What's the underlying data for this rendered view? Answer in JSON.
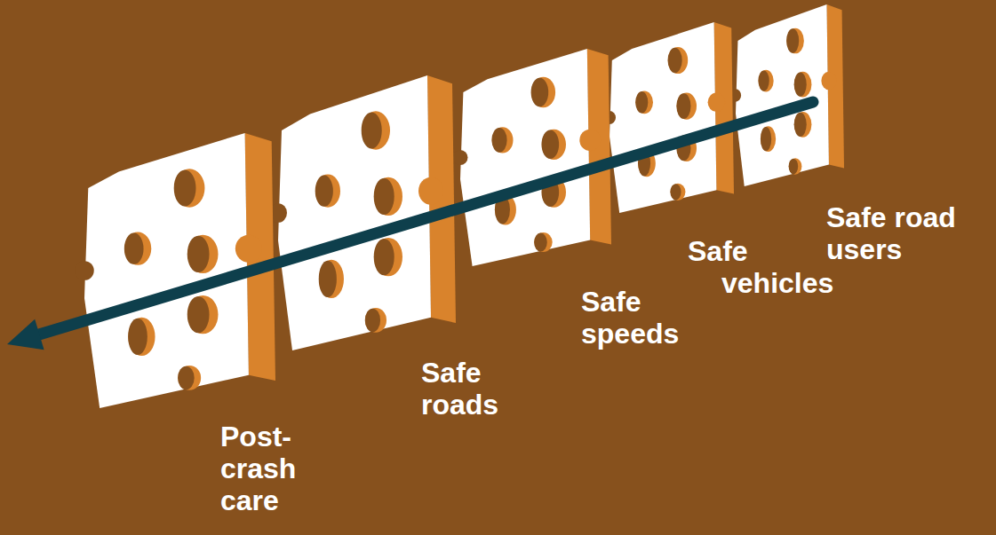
{
  "diagram": {
    "nodes": [
      {
        "text": [
          "Post-crash care"
        ]
      },
      {
        "text": [
          "Safe roads"
        ]
      },
      {
        "text": [
          "Safe speeds"
        ]
      },
      {
        "text": [
          "Safe vehicles"
        ]
      },
      {
        "text": [
          "Safe road users"
        ]
      }
    ]
  }
}
